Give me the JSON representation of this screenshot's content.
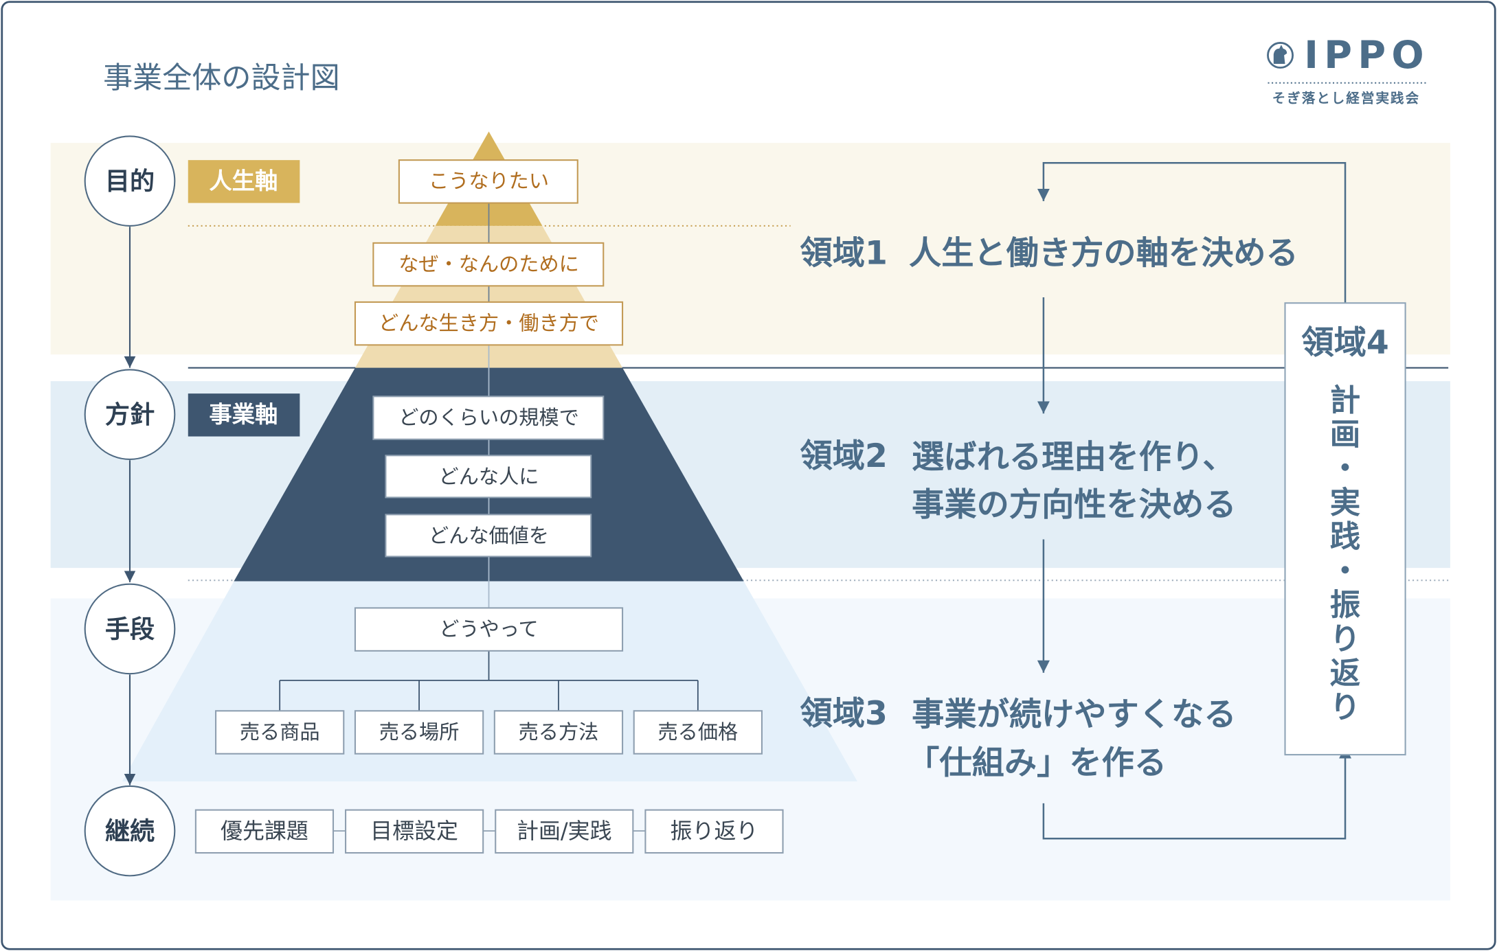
{
  "title": "事業全体の設計図",
  "logo": {
    "name": "IPPO",
    "subtitle": "そぎ落とし経営実践会",
    "icon": "logo-mark-icon"
  },
  "stages": [
    {
      "label": "目的"
    },
    {
      "label": "方針"
    },
    {
      "label": "手段"
    },
    {
      "label": "継続"
    }
  ],
  "axes": {
    "life": "人生軸",
    "business": "事業軸"
  },
  "pyramid": {
    "purpose": [
      "こうなりたい",
      "なぜ・なんのために",
      "どんな生き方・働き方で"
    ],
    "policy": [
      "どのくらいの規模で",
      "どんな人に",
      "どんな価値を"
    ],
    "means": {
      "root": "どうやって",
      "branches": [
        "売る商品",
        "売る場所",
        "売る方法",
        "売る価格"
      ]
    }
  },
  "continuation": [
    "優先課題",
    "目標設定",
    "計画/実践",
    "振り返り"
  ],
  "areas": [
    {
      "label": "領域1",
      "lines": [
        "人生と働き方の軸を決める"
      ]
    },
    {
      "label": "領域2",
      "lines": [
        "選ばれる理由を作り、",
        "事業の方向性を決める"
      ]
    },
    {
      "label": "領域3",
      "lines": [
        "事業が続けやすくなる",
        "「仕組み」を作る"
      ]
    },
    {
      "label": "領域4",
      "vertical": "計画・実践・振り返り"
    }
  ],
  "colors": {
    "navy": "#3e5670",
    "gold": "#d8b45c",
    "gold_light": "#efdcb0",
    "heading": "#4c6d89",
    "brown_text": "#b06d1e"
  }
}
